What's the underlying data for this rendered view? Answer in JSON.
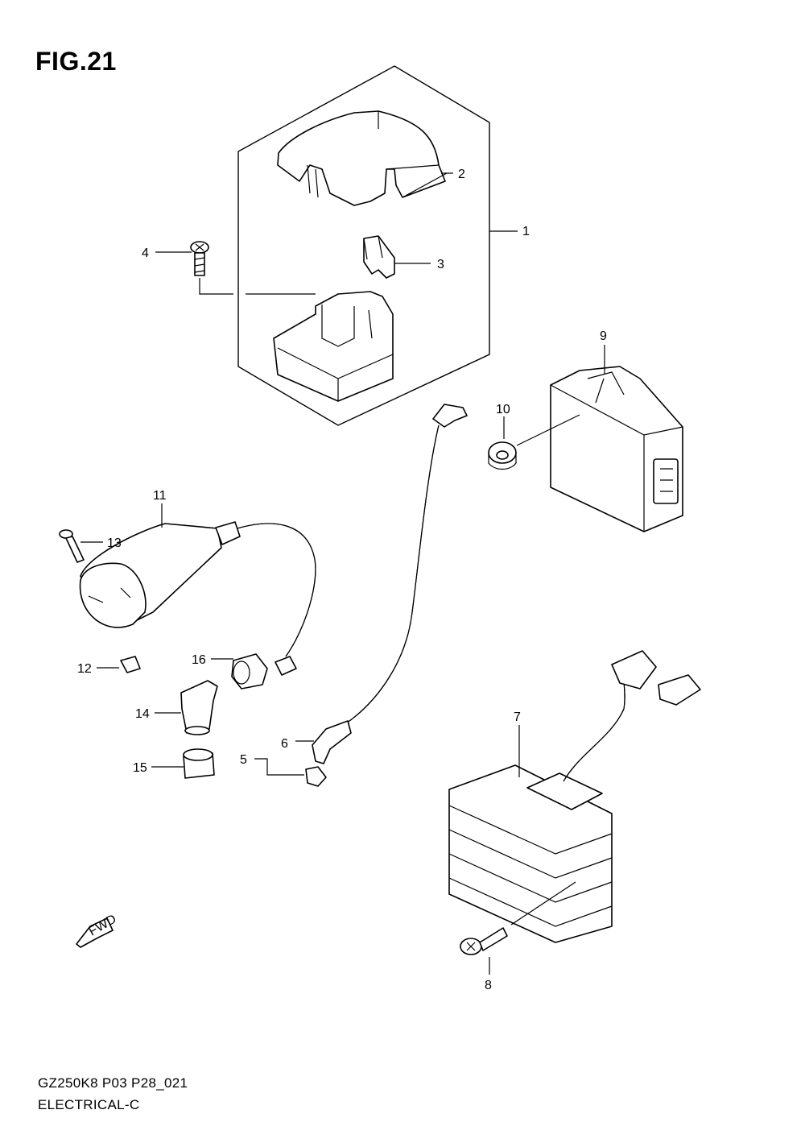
{
  "figure": {
    "title": "FIG.21",
    "model_code": "GZ250K8 P03 P28_021",
    "section_title": "ELECTRICAL-C",
    "fwd_label": "FWD"
  },
  "callouts": [
    "1",
    "2",
    "3",
    "4",
    "5",
    "6",
    "7",
    "8",
    "9",
    "10",
    "11",
    "12",
    "13",
    "14",
    "15",
    "16"
  ]
}
